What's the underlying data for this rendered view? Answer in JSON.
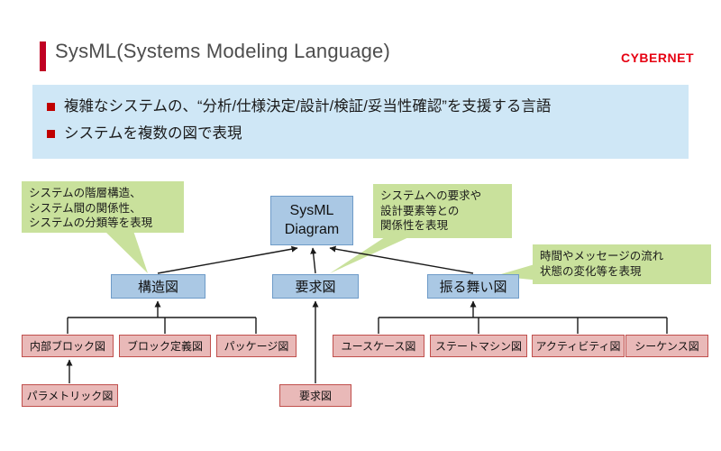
{
  "header": {
    "title": "SysML(Systems Modeling Language)",
    "logo": "CYBERNET"
  },
  "summary": {
    "bullets": [
      "複雑なシステムの、“分析/仕様決定/設計/検証/妥当性確認”を支援する言語",
      "システムを複数の図で表現"
    ]
  },
  "diagram": {
    "root_label": "SysML\nDiagram",
    "categories": {
      "structure": "構造図",
      "requirement": "要求図",
      "behavior": "振る舞い図"
    },
    "leaves": {
      "internal_block": "内部ブロック図",
      "block_definition": "ブロック定義図",
      "package": "パッケージ図",
      "parametric": "パラメトリック図",
      "use_case": "ユースケース図",
      "state_machine": "ステートマシン図",
      "activity": "アクティビティ図",
      "sequence": "シーケンス図",
      "requirement_leaf": "要求図"
    },
    "callouts": {
      "structure": "システムの階層構造、\nシステム間の関係性、\nシステムの分類等を表現",
      "requirement": "システムへの要求や\n設計要素等との\n関係性を表現",
      "behavior": "時間やメッセージの流れ\n状態の変化等を表現"
    }
  },
  "colors": {
    "accent_red": "#c00023",
    "bullet_red": "#c00000",
    "banner_blue": "#cfe7f6",
    "node_blue": "#aac8e4",
    "node_blue_border": "#6e9bc8",
    "node_pink": "#e9b9b8",
    "node_pink_border": "#c0504d",
    "callout_green": "#c9e19c",
    "logo_red": "#e60012"
  }
}
